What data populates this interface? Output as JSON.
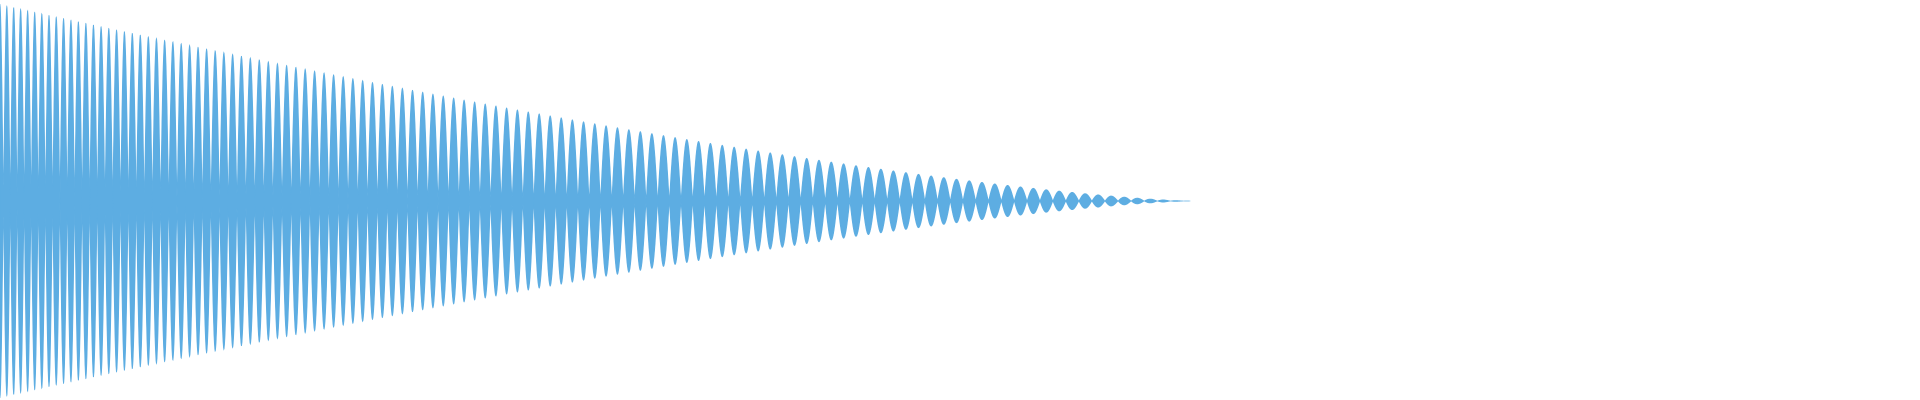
{
  "waveform": {
    "color": "#5dade2",
    "background": "#ffffff",
    "shape": "decaying-oscillation",
    "peak_amplitude": 0.99,
    "visible_cycles": 57,
    "decay_end_fraction": 0.62
  }
}
